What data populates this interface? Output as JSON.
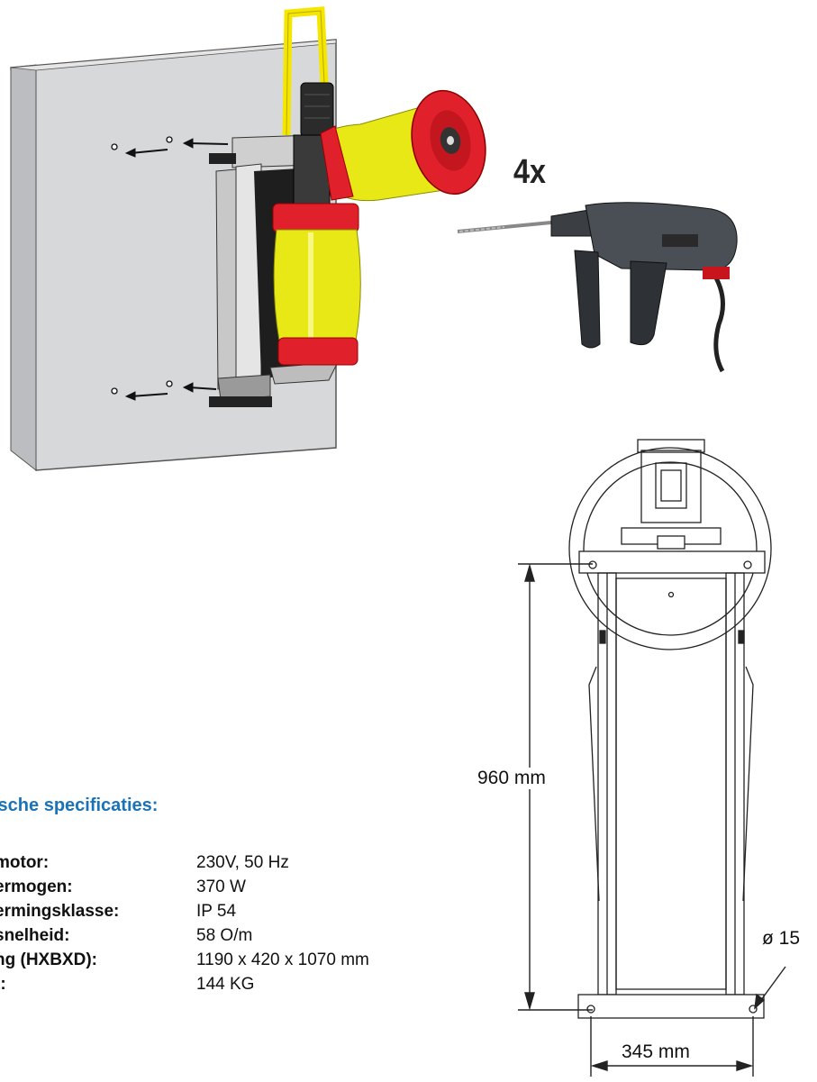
{
  "quantity_label": "4x",
  "specs": {
    "title": "ische specificaties:",
    "rows": [
      {
        "label": "motor:",
        "value": "230V, 50 Hz"
      },
      {
        "label": "ermogen:",
        "value": "370 W"
      },
      {
        "label": "ermingsklasse:",
        "value": "IP 54"
      },
      {
        "label": "snelheid:",
        "value": "58 O/m"
      },
      {
        "label": "ng (HXBXD):",
        "value": "1190 x 420 x 1070 mm"
      },
      {
        "label": "t:",
        "value": "144 KG"
      }
    ]
  },
  "dimensions": {
    "height": "960 mm",
    "width": "345 mm",
    "hole": "ø 15"
  },
  "colors": {
    "accent_blue": "#1a73b8",
    "yellow": "#f5e600",
    "red": "#e0202a"
  }
}
